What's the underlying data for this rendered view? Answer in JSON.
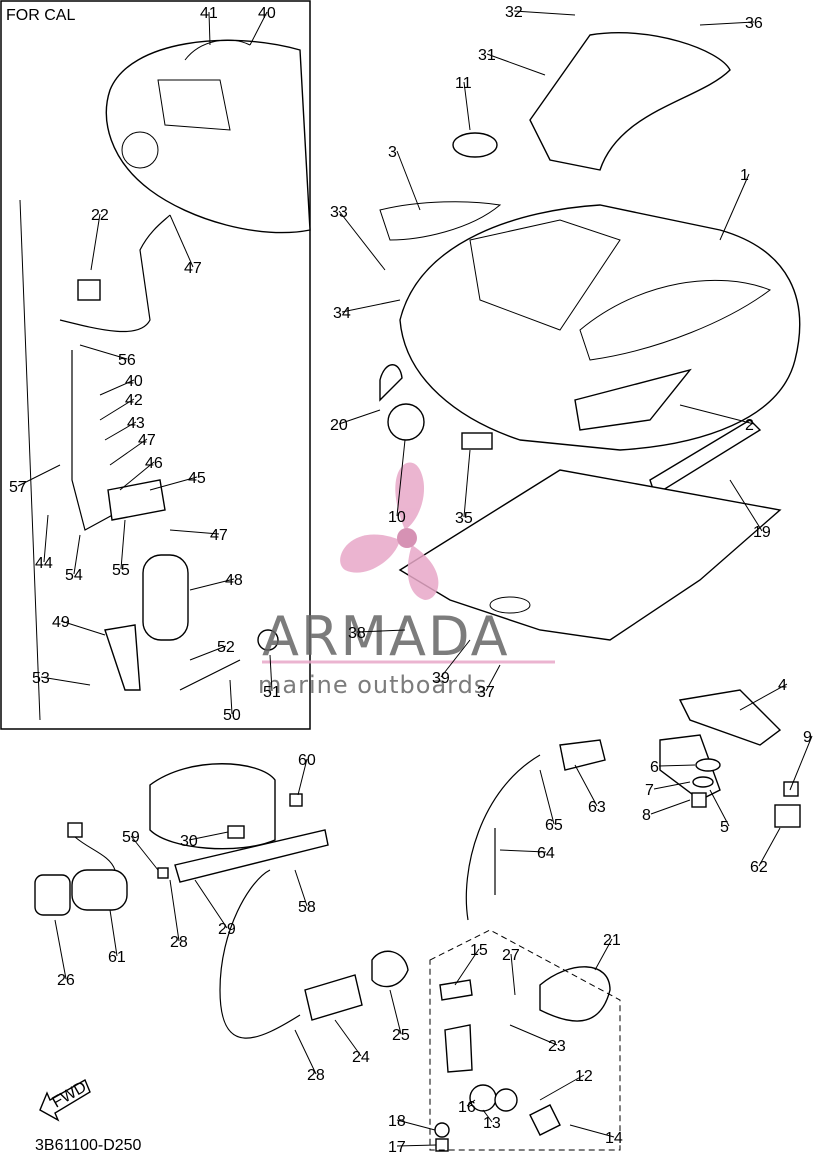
{
  "inset_title": "FOR CAL",
  "drawing_code": "3B61100-D250",
  "fwd_label": "FWD",
  "watermark": {
    "brand": "ARMADA",
    "tagline": "marine outboards",
    "accent": "#e8a8c8",
    "text_color": "#666666"
  },
  "callouts": [
    {
      "id": "1",
      "label": "1"
    },
    {
      "id": "2",
      "label": "2"
    },
    {
      "id": "3",
      "label": "3"
    },
    {
      "id": "4",
      "label": "4"
    },
    {
      "id": "5",
      "label": "5"
    },
    {
      "id": "6",
      "label": "6"
    },
    {
      "id": "7",
      "label": "7"
    },
    {
      "id": "8",
      "label": "8"
    },
    {
      "id": "9",
      "label": "9"
    },
    {
      "id": "10",
      "label": "10"
    },
    {
      "id": "11",
      "label": "11"
    },
    {
      "id": "12",
      "label": "12"
    },
    {
      "id": "13",
      "label": "13"
    },
    {
      "id": "14",
      "label": "14"
    },
    {
      "id": "15",
      "label": "15"
    },
    {
      "id": "16",
      "label": "16"
    },
    {
      "id": "17",
      "label": "17"
    },
    {
      "id": "18",
      "label": "18"
    },
    {
      "id": "19",
      "label": "19"
    },
    {
      "id": "20",
      "label": "20"
    },
    {
      "id": "21",
      "label": "21"
    },
    {
      "id": "22",
      "label": "22"
    },
    {
      "id": "23",
      "label": "23"
    },
    {
      "id": "24",
      "label": "24"
    },
    {
      "id": "25",
      "label": "25"
    },
    {
      "id": "26",
      "label": "26"
    },
    {
      "id": "27",
      "label": "27"
    },
    {
      "id": "28a",
      "label": "28"
    },
    {
      "id": "28b",
      "label": "28"
    },
    {
      "id": "29",
      "label": "29"
    },
    {
      "id": "30",
      "label": "30"
    },
    {
      "id": "31",
      "label": "31"
    },
    {
      "id": "32",
      "label": "32"
    },
    {
      "id": "33",
      "label": "33"
    },
    {
      "id": "34",
      "label": "34"
    },
    {
      "id": "35",
      "label": "35"
    },
    {
      "id": "36",
      "label": "36"
    },
    {
      "id": "37",
      "label": "37"
    },
    {
      "id": "38",
      "label": "38"
    },
    {
      "id": "39",
      "label": "39"
    },
    {
      "id": "40a",
      "label": "40"
    },
    {
      "id": "40b",
      "label": "40"
    },
    {
      "id": "41",
      "label": "41"
    },
    {
      "id": "42",
      "label": "42"
    },
    {
      "id": "43",
      "label": "43"
    },
    {
      "id": "44",
      "label": "44"
    },
    {
      "id": "45",
      "label": "45"
    },
    {
      "id": "46",
      "label": "46"
    },
    {
      "id": "47a",
      "label": "47"
    },
    {
      "id": "47b",
      "label": "47"
    },
    {
      "id": "47c",
      "label": "47"
    },
    {
      "id": "48",
      "label": "48"
    },
    {
      "id": "49",
      "label": "49"
    },
    {
      "id": "50",
      "label": "50"
    },
    {
      "id": "51",
      "label": "51"
    },
    {
      "id": "52",
      "label": "52"
    },
    {
      "id": "53",
      "label": "53"
    },
    {
      "id": "54",
      "label": "54"
    },
    {
      "id": "55",
      "label": "55"
    },
    {
      "id": "56",
      "label": "56"
    },
    {
      "id": "57",
      "label": "57"
    },
    {
      "id": "58",
      "label": "58"
    },
    {
      "id": "59",
      "label": "59"
    },
    {
      "id": "60",
      "label": "60"
    },
    {
      "id": "61",
      "label": "61"
    },
    {
      "id": "62",
      "label": "62"
    },
    {
      "id": "63",
      "label": "63"
    },
    {
      "id": "64",
      "label": "64"
    },
    {
      "id": "65",
      "label": "65"
    }
  ]
}
